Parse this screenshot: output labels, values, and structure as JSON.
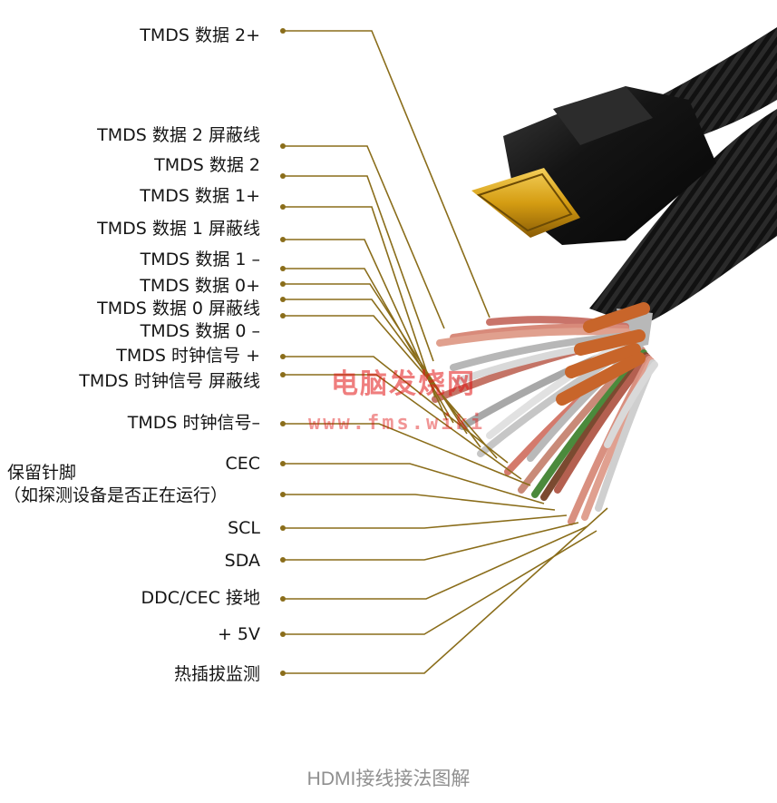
{
  "labels": [
    {
      "id": "l1",
      "text": "TMDS 数据 2+"
    },
    {
      "id": "l2",
      "text": "TMDS 数据 2 屏蔽线"
    },
    {
      "id": "l3",
      "text": "TMDS 数据 2"
    },
    {
      "id": "l4",
      "text": "TMDS 数据 1+"
    },
    {
      "id": "l5",
      "text": "TMDS 数据 1 屏蔽线"
    },
    {
      "id": "l6",
      "text": "TMDS 数据 1 –"
    },
    {
      "id": "l7",
      "text": "TMDS 数据 0+"
    },
    {
      "id": "l8",
      "text": "TMDS 数据 0 屏蔽线"
    },
    {
      "id": "l9",
      "text": "TMDS 数据 0 –"
    },
    {
      "id": "l10",
      "text": "TMDS 时钟信号 +"
    },
    {
      "id": "l11",
      "text": "TMDS 时钟信号 屏蔽线"
    },
    {
      "id": "l12",
      "text": "TMDS 时钟信号–"
    },
    {
      "id": "l13",
      "text": "CEC"
    },
    {
      "id": "l14",
      "text": "（如探测设备是否正在运行）"
    },
    {
      "id": "l15",
      "text": "SCL"
    },
    {
      "id": "l16",
      "text": "SDA"
    },
    {
      "id": "l17",
      "text": "DDC/CEC 接地"
    },
    {
      "id": "l18",
      "text": "+ 5V"
    },
    {
      "id": "l19",
      "text": "热插拔监测"
    }
  ],
  "reserved_pin_label": "保留针脚",
  "watermark": {
    "line1": "电脑发烧网",
    "line2": "www.fms.wiki"
  },
  "caption": "HDMI接线接法图解",
  "colors": {
    "leader": "#8a6d1a",
    "connector_metal": "#d9a51c",
    "cable": "#141414"
  }
}
